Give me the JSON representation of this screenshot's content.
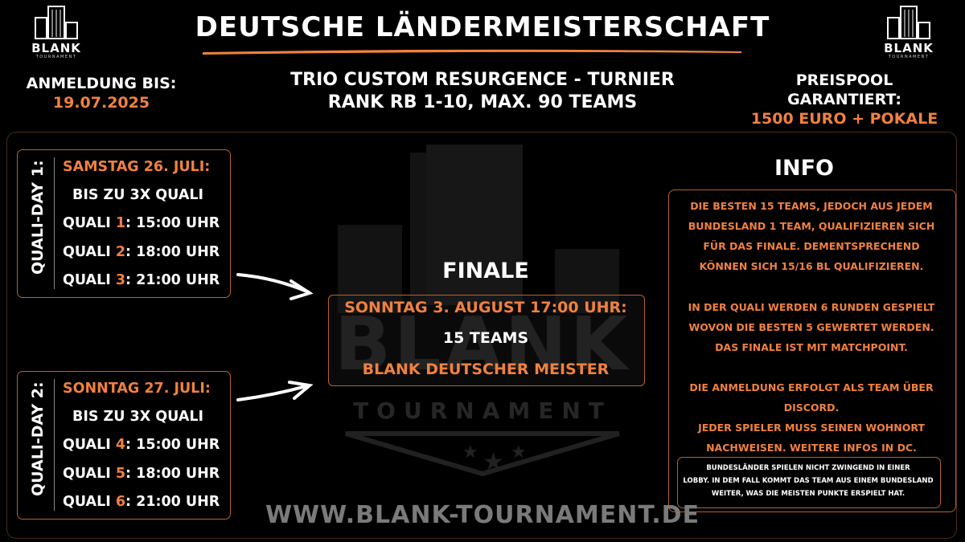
{
  "brand": {
    "logo_text": "BLANK",
    "logo_sub": "TOURNAMENT",
    "watermark_text": "BLANK",
    "watermark_sub": "TOURNAMENT"
  },
  "title": "DEUTSCHE LÄNDERMEISTERSCHAFT",
  "subtitle_line1": "TRIO CUSTOM RESURGENCE - TURNIER",
  "subtitle_line2": "RANK RB 1-10, MAX. 90 TEAMS",
  "registration": {
    "label": "ANMELDUNG BIS:",
    "date": "19.07.2025"
  },
  "prize": {
    "label": "PREISPOOL GARANTIERT:",
    "value": "1500 EURO + POKALE"
  },
  "day1": {
    "label": "QUALI-DAY 1:",
    "date": "SAMSTAG 26. JULI:",
    "info": "BIS ZU 3X QUALI",
    "qualis": [
      {
        "prefix": "QUALI ",
        "num": "1",
        "time": ":  15:00 UHR"
      },
      {
        "prefix": "QUALI ",
        "num": "2",
        "time": ": 18:00 UHR"
      },
      {
        "prefix": "QUALI ",
        "num": "3",
        "time": ": 21:00 UHR"
      }
    ]
  },
  "day2": {
    "label": "QUALI-DAY 2:",
    "date": "SONNTAG 27. JULI:",
    "info": "BIS ZU 3X QUALI",
    "qualis": [
      {
        "prefix": "QUALI ",
        "num": "4",
        "time": ":  15:00 UHR"
      },
      {
        "prefix": "QUALI ",
        "num": "5",
        "time": ": 18:00 UHR"
      },
      {
        "prefix": "QUALI ",
        "num": "6",
        "time": ": 21:00 UHR"
      }
    ]
  },
  "finale": {
    "title": "FINALE",
    "date": "SONNTAG 3. AUGUST 17:00 UHR:",
    "teams": "15 TEAMS",
    "winner": "BLANK DEUTSCHER MEISTER"
  },
  "info": {
    "title": "INFO",
    "p1": [
      "DIE BESTEN 15 TEAMS, JEDOCH AUS JEDEM",
      "BUNDESLAND 1 TEAM, QUALIFIZIEREN SICH",
      "FÜR DAS FINALE. DEMENTSPRECHEND",
      "KÖNNEN SICH 15/16 BL QUALIFIZIEREN."
    ],
    "p2": [
      "IN DER QUALI WERDEN 6 RUNDEN GESPIELT",
      "WOVON DIE BESTEN 5 GEWERTET WERDEN.",
      "DAS FINALE IST MIT MATCHPOINT."
    ],
    "p3": [
      "DIE ANMELDUNG ERFOLGT ALS TEAM ÜBER",
      "DISCORD.",
      "JEDER SPIELER MUSS SEINEN WOHNORT",
      "NACHWEISEN. WEITERE INFOS IN DC."
    ],
    "note": [
      "BUNDESLÄNDER SPIELEN NICHT ZWINGEND IN EINER",
      "LOBBY. IN DEM FALL KOMMT DAS TEAM AUS EINEM BUNDESLAND",
      "WEITER, WAS DIE MEISTEN PUNKTE ERSPIELT HAT."
    ]
  },
  "website": "WWW.BLANK-TOURNAMENT.DE",
  "colors": {
    "accent": "#f0813f",
    "background": "#000000",
    "border": "#b8612e"
  }
}
